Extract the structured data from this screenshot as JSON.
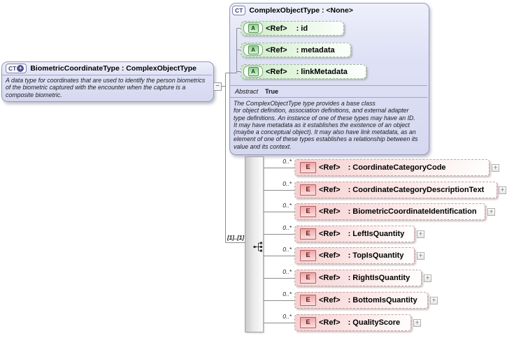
{
  "diagram": {
    "derived_type": {
      "badge": "CT",
      "badge_plus": "+",
      "title": "BiometricCoordinateType : ComplexObjectType",
      "description": "A data type for coordinates that are used to identify the person biometrics\nof the biometric captured with the encounter when the capture is a\ncomposite biometric.",
      "collapse_glyph": "−"
    },
    "base_type": {
      "badge": "CT",
      "title": "ComplexObjectType : <None>",
      "attributes": [
        {
          "badge": "A",
          "ref_label": "<Ref>",
          "name_label": ": id"
        },
        {
          "badge": "A",
          "ref_label": "<Ref>",
          "name_label": ": metadata"
        },
        {
          "badge": "A",
          "ref_label": "<Ref>",
          "name_label": ": linkMetadata"
        }
      ],
      "abstract_label": "Abstract",
      "abstract_value": "True",
      "description": "The ComplexObjectType type provides a base class\nfor object definition, association definitions, and external adapter\ntype definitions. An instance of one of these types may have an ID.\nIt may have metadata as it establishes the existence of an object\n(maybe a conceptual object). It may also have link metadata, as an\nelement of one of these types establishes a relationship between its\nvalue and its context."
    },
    "sequence": {
      "cardinality": "[1]..[1]"
    },
    "elements": [
      {
        "cardinality": "0..*",
        "badge": "E",
        "ref_label": "<Ref>",
        "name_label": ": CoordinateCategoryCode",
        "expand_glyph": "+"
      },
      {
        "cardinality": "0..*",
        "badge": "E",
        "ref_label": "<Ref>",
        "name_label": ": CoordinateCategoryDescriptionText",
        "expand_glyph": "+"
      },
      {
        "cardinality": "0..*",
        "badge": "E",
        "ref_label": "<Ref>",
        "name_label": ": BiometricCoordinateIdentification",
        "expand_glyph": "+"
      },
      {
        "cardinality": "0..*",
        "badge": "E",
        "ref_label": "<Ref>",
        "name_label": ": LeftIsQuantity",
        "expand_glyph": "+"
      },
      {
        "cardinality": "0..*",
        "badge": "E",
        "ref_label": "<Ref>",
        "name_label": ": TopIsQuantity",
        "expand_glyph": "+"
      },
      {
        "cardinality": "0..*",
        "badge": "E",
        "ref_label": "<Ref>",
        "name_label": ": RightIsQuantity",
        "expand_glyph": "+"
      },
      {
        "cardinality": "0..*",
        "badge": "E",
        "ref_label": "<Ref>",
        "name_label": ": BottomIsQuantity",
        "expand_glyph": "+"
      },
      {
        "cardinality": "0..*",
        "badge": "E",
        "ref_label": "<Ref>",
        "name_label": ": QualityScore",
        "expand_glyph": "+"
      }
    ],
    "palette": {
      "type_box_fill": "#dcdef5",
      "type_box_border": "#9597bb",
      "attribute_fill": "#c9ebc5",
      "attribute_icon": "#8ed48e",
      "element_fill": "#f6cfcf",
      "element_icon_border": "#b06262",
      "connector_line": "#8c8c8c"
    }
  }
}
